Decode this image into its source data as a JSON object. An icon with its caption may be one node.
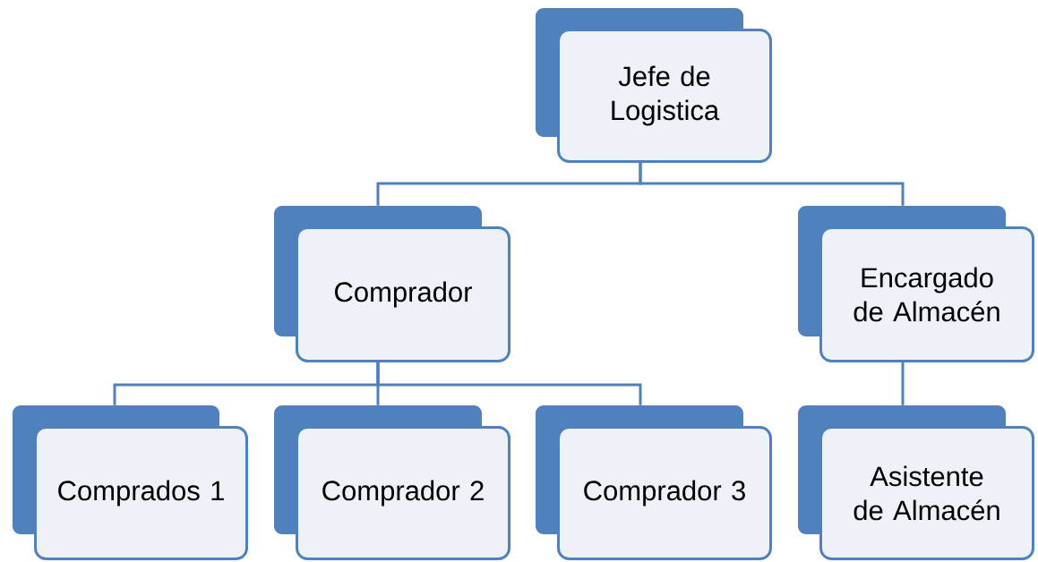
{
  "diagram": {
    "nodes": [
      {
        "text": [
          "Jefe de Logistica"
        ]
      },
      {
        "text": [
          "Comprador"
        ]
      },
      {
        "text": [
          "Encargado de Almacén"
        ]
      },
      {
        "text": [
          "Comprados 1"
        ]
      },
      {
        "text": [
          "Comprador 2"
        ]
      },
      {
        "text": [
          "Comprador 3"
        ]
      },
      {
        "text": [
          "Asistente de Almacén"
        ]
      }
    ],
    "edges": [
      {
        "from": 0,
        "to": 1,
        "arrow": "none"
      },
      {
        "from": 0,
        "to": 2,
        "arrow": "none"
      },
      {
        "from": 1,
        "to": 3,
        "arrow": "none"
      },
      {
        "from": 1,
        "to": 4,
        "arrow": "none"
      },
      {
        "from": 1,
        "to": 5,
        "arrow": "none"
      },
      {
        "from": 2,
        "to": 6,
        "arrow": "none"
      }
    ]
  }
}
